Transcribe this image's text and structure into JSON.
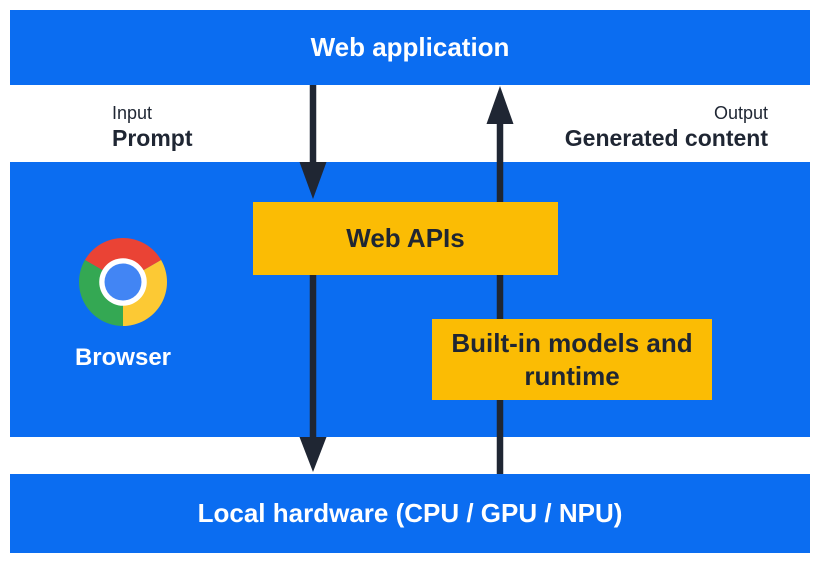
{
  "top_bar": {
    "label": "Web application"
  },
  "flow_labels": {
    "input_title": "Input",
    "input_value": "Prompt",
    "output_title": "Output",
    "output_value": "Generated content"
  },
  "browser_panel": {
    "browser_label": "Browser",
    "web_apis_label": "Web APIs",
    "builtin_models_label": "Built-in models and runtime"
  },
  "bottom_bar": {
    "label": "Local hardware (CPU / GPU / NPU)"
  },
  "icons": {
    "browser_logo": "chrome-logo-icon"
  },
  "colors": {
    "panel_blue": "#0B6DF1",
    "box_yellow": "#FBBC04",
    "arrow_navy": "#1F2633",
    "text_white": "#FFFFFF",
    "chrome_red": "#EA4335",
    "chrome_yellow": "#FCC934",
    "chrome_green": "#34A853",
    "chrome_blue": "#4285F4"
  }
}
